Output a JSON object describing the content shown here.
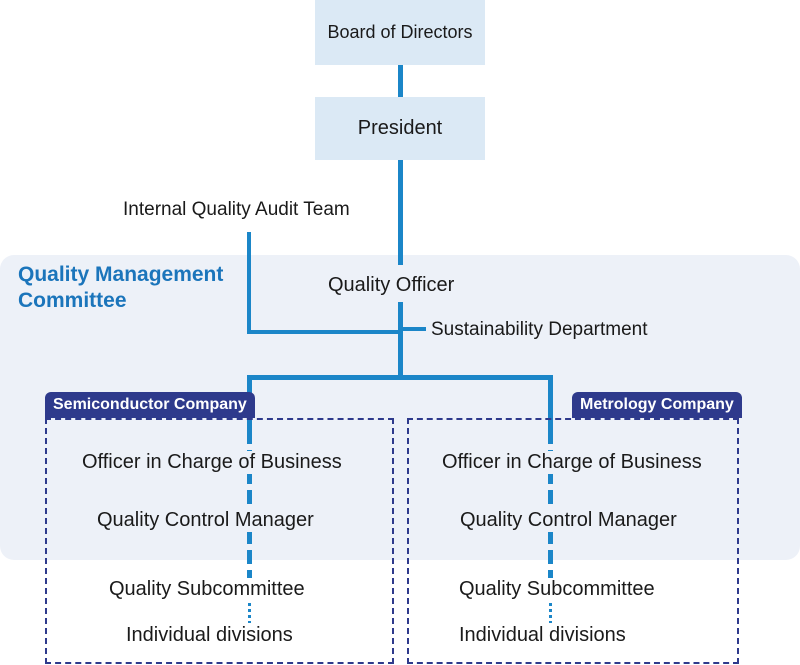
{
  "board": "Board of Directors",
  "president": "President",
  "internal_audit": "Internal Quality Audit Team",
  "committee": {
    "title_line1": "Quality Management",
    "title_line2": "Committee"
  },
  "quality_officer": "Quality Officer",
  "sustainability": "Sustainability Department",
  "semiconductor": {
    "name": "Semiconductor Company",
    "officer": "Officer in Charge of Business",
    "qc_manager": "Quality Control Manager",
    "subcommittee": "Quality Subcommittee",
    "divisions": "Individual divisions"
  },
  "metrology": {
    "name": "Metrology Company",
    "officer": "Officer in Charge of Business",
    "qc_manager": "Quality Control Manager",
    "subcommittee": "Quality Subcommittee",
    "divisions": "Individual divisions"
  },
  "colors": {
    "accent": "#1b86c8",
    "box_fill": "#dbe9f5",
    "committee_fill": "#edf1f8",
    "company": "#2e3a8c",
    "title": "#1b75bb"
  }
}
